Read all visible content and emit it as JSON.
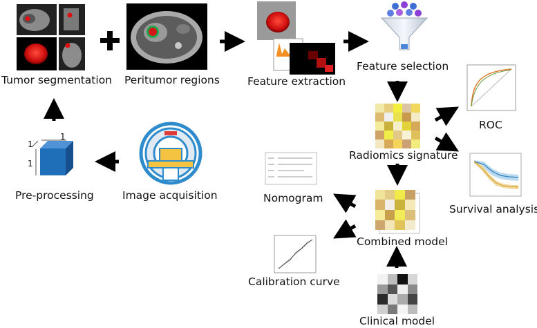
{
  "labels": {
    "tumor_segmentation": "Tumor segmentation",
    "peritumor_regions": "Peritumor regions",
    "feature_extraction": "Feature extraction",
    "feature_selection": "Feature selection",
    "radiomics_signature": "Radiomics signature",
    "roc": "ROC",
    "survival_analysis": "Survival analysis",
    "pre_processing": "Pre-processing",
    "image_acquisition": "Image acquisition",
    "nomogram": "Nomogram",
    "combined_model": "Combined model",
    "calibration_curve": "Calibration curve",
    "clinical_model": "Clinical model"
  },
  "voxel_dims": {
    "width": "1",
    "depth": "1",
    "height": "1"
  },
  "plus_sign": "+",
  "colors": {
    "arrow": "#000000",
    "tumor": "#e01010",
    "cube": "#1f6fb8",
    "scanner_blue": "#2e8bcc",
    "scanner_yellow": "#f5c342",
    "roc_curve": "#e07a2c",
    "survival_blue": "#8fc3e6",
    "survival_yellow": "#e8c26a"
  },
  "icons": [
    "ct-scan-icon",
    "mri-scanner-icon",
    "voxel-cube-icon",
    "funnel-icon",
    "heatmap-icon",
    "roc-plot-icon",
    "survival-plot-icon",
    "nomogram-icon",
    "calibration-plot-icon"
  ]
}
